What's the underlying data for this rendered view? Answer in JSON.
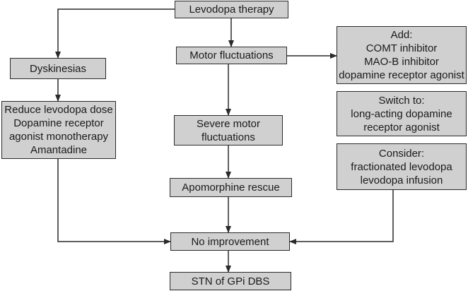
{
  "colors": {
    "box_fill": "#d0d0d0",
    "border": "#2a2a2a",
    "line": "#2a2a2a",
    "background": "#ffffff"
  },
  "nodes": {
    "levodopa": {
      "lines": [
        "Levodopa therapy"
      ]
    },
    "motor": {
      "lines": [
        "Motor fluctuations"
      ]
    },
    "dyskinesias": {
      "lines": [
        "Dyskinesias"
      ]
    },
    "reduce": {
      "lines": [
        "Reduce levodopa dose",
        "Dopamine receptor",
        "agonist monotherapy",
        "Amantadine"
      ]
    },
    "severe": {
      "lines": [
        "Severe motor",
        "fluctuations"
      ]
    },
    "apomorphine": {
      "lines": [
        "Apomorphine rescue"
      ]
    },
    "no_improvement": {
      "lines": [
        "No improvement"
      ]
    },
    "dbs": {
      "lines": [
        "STN of GPi DBS"
      ]
    },
    "add": {
      "lines": [
        "Add:",
        "COMT inhibitor",
        "MAO-B inhibitor",
        "dopamine receptor agonist"
      ]
    },
    "switch": {
      "lines": [
        "Switch to:",
        "long-acting dopamine",
        "receptor agonist"
      ]
    },
    "consider": {
      "lines": [
        "Consider:",
        "fractionated levodopa",
        "levodopa infusion"
      ]
    }
  }
}
